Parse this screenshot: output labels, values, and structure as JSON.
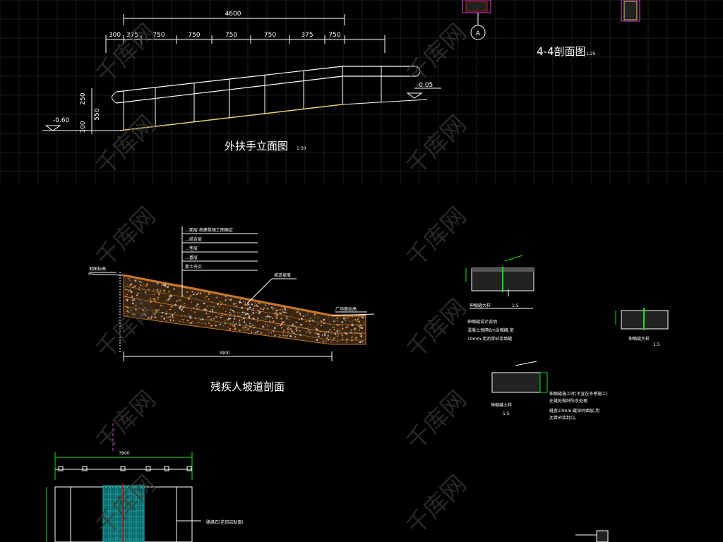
{
  "drawing": {
    "elevation": {
      "title": "外扶手立面图",
      "scale": "1:50",
      "overall_dim": "4600",
      "dims": [
        "300",
        "375",
        "750",
        "750",
        "750",
        "750",
        "375",
        "750"
      ],
      "left_level": "-0.60",
      "right_level": "-0.05",
      "v_dims": [
        "250",
        "550",
        "100"
      ]
    },
    "section44": {
      "title": "4-4剖面图",
      "scale": "1:25",
      "axis": "A"
    },
    "ramp": {
      "title": "残疾人坡道剖面",
      "left_label": "地面标高",
      "right_label": "广场面标高",
      "slope_label": "坡道坡度",
      "length_dim": "3900",
      "layers": [
        "…面层 按建筑施工图确定",
        "…结合层",
        "…垫层",
        "…基层",
        "素土夯实"
      ]
    },
    "details": {
      "detail1_title": "伸缩缝大样",
      "detail1_scale": "1:5",
      "detail2_title": "伸缩缝大样",
      "detail2_scale": "1:5",
      "note1": [
        "伸缩缝设计说明",
        "混凝土每隔6m设缩缝,宽",
        "10mm,用沥青砂浆填缝"
      ],
      "detail3_title": "伸缩缝大样",
      "detail3_scale": "1:5",
      "note2": [
        "伸缩缝施工时(不宜在冬季施工)",
        "在缝处做好防水处理",
        "缝宽10mm,缝深同面层,用",
        "沥青砂浆封口。"
      ]
    },
    "plan": {
      "label": "路缘石(花岗岩贴面)",
      "top_dim": "3900"
    },
    "watermark": "千库网",
    "colors": {
      "grid": "#1e1e1e",
      "white": "#ffffff",
      "yellow": "#e6d36a",
      "green": "#18e018",
      "cyan": "#1fc6c6",
      "magenta": "#e040e0",
      "orange": "#c8782a",
      "red": "#d02020"
    }
  }
}
